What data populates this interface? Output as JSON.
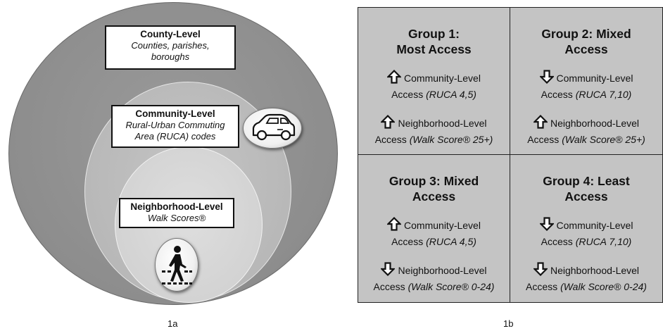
{
  "fig_a": {
    "county": {
      "title": "County-Level",
      "lines": [
        "Counties, parishes,",
        "boroughs"
      ]
    },
    "community": {
      "title": "Community-Level",
      "lines": [
        "Rural-Urban Commuting",
        "Area (RUCA) codes"
      ]
    },
    "neighborhood": {
      "title": "Neighborhood-Level",
      "lines": [
        "Walk Scores®"
      ]
    },
    "icons": [
      "car-icon",
      "pedestrian-crossing-icon"
    ],
    "caption": "1a"
  },
  "fig_b": {
    "groups": [
      {
        "title_1": "Group 1:",
        "title_2": "Most Access",
        "community_dir": "up",
        "community_1": "Community-Level",
        "community_2": "Access",
        "community_code": "(RUCA 4,5)",
        "neighborhood_dir": "up",
        "neighborhood_1": "Neighborhood-Level",
        "neighborhood_2": "Access",
        "neighborhood_code": "(Walk Score® 25+)"
      },
      {
        "title_1": "Group 2: Mixed",
        "title_2": "Access",
        "community_dir": "down",
        "community_1": "Community-Level",
        "community_2": "Access",
        "community_code": "(RUCA 7,10)",
        "neighborhood_dir": "up",
        "neighborhood_1": "Neighborhood-Level",
        "neighborhood_2": "Access",
        "neighborhood_code": "(Walk Score® 25+)"
      },
      {
        "title_1": "Group 3: Mixed",
        "title_2": "Access",
        "community_dir": "up",
        "community_1": "Community-Level",
        "community_2": "Access",
        "community_code": "(RUCA 4,5)",
        "neighborhood_dir": "down",
        "neighborhood_1": "Neighborhood-Level",
        "neighborhood_2": "Access",
        "neighborhood_code": "(Walk Score® 0-24)"
      },
      {
        "title_1": "Group 4: Least",
        "title_2": "Access",
        "community_dir": "down",
        "community_1": "Community-Level",
        "community_2": "Access",
        "community_code": "(RUCA 7,10)",
        "neighborhood_dir": "down",
        "neighborhood_1": "Neighborhood-Level",
        "neighborhood_2": "Access",
        "neighborhood_code": "(Walk Score® 0-24)"
      }
    ],
    "caption": "1b"
  }
}
